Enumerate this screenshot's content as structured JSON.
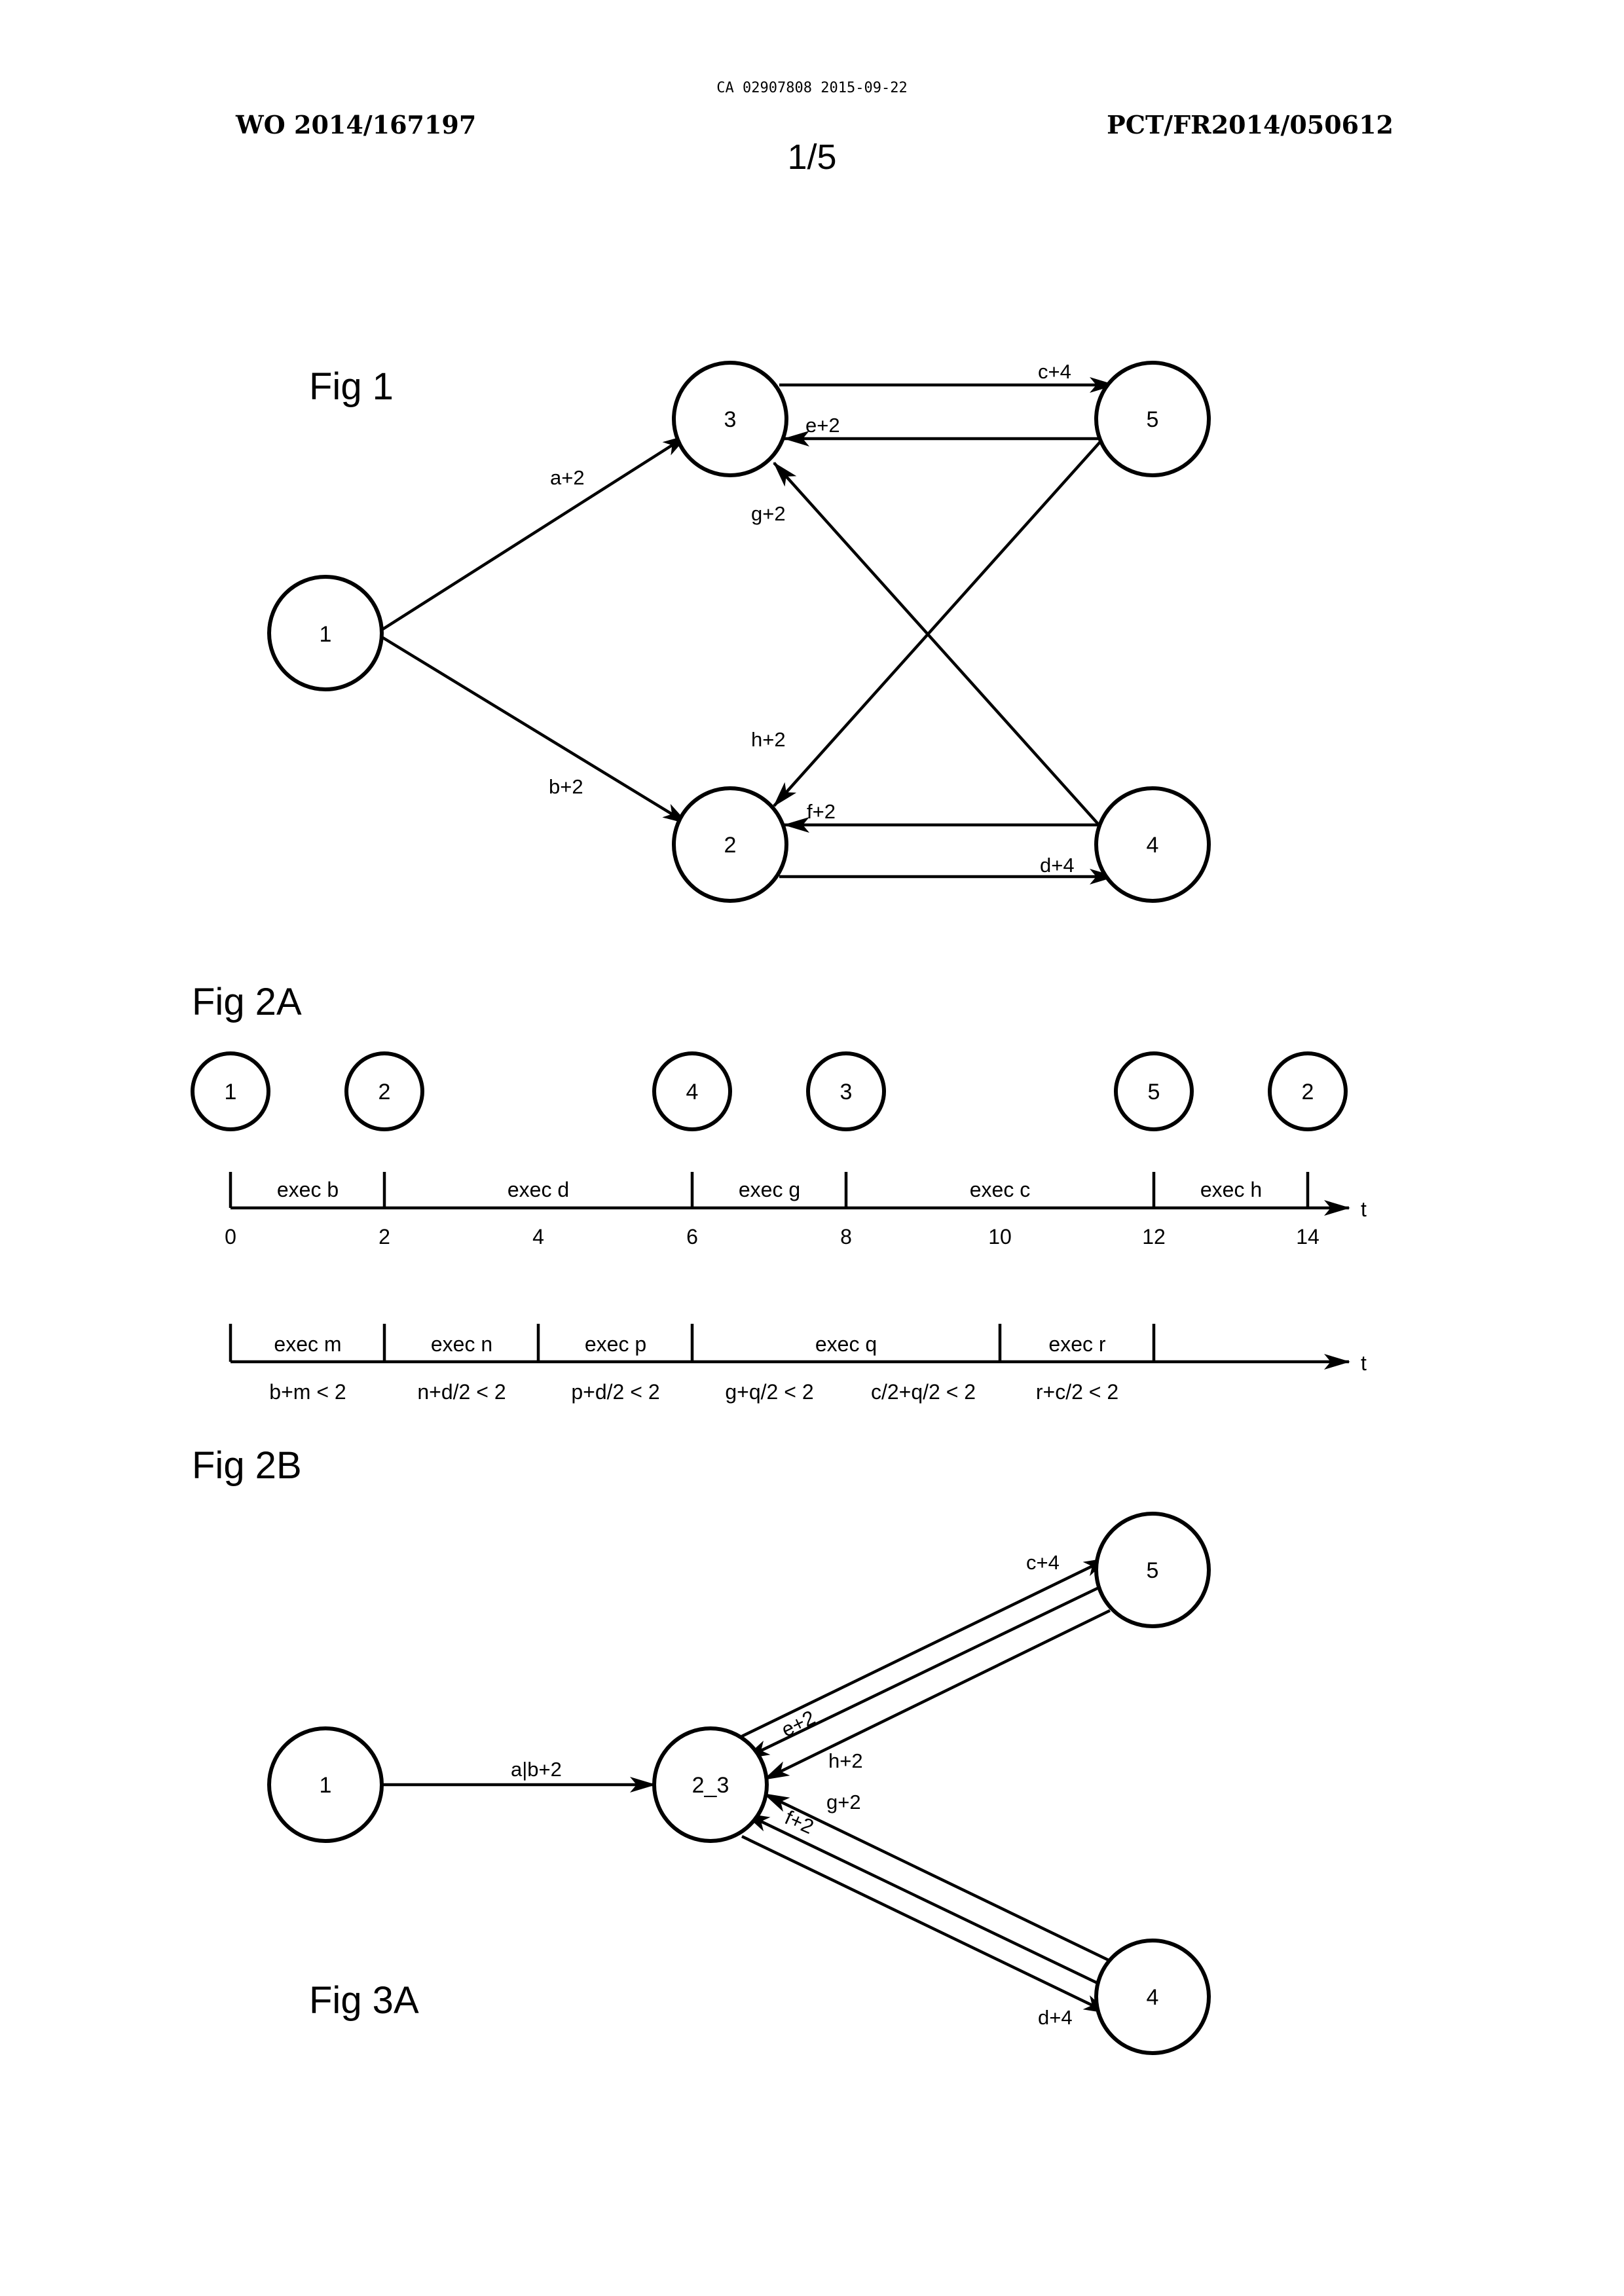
{
  "header": {
    "stamp": "CA 02907808 2015-09-22",
    "left_ref": "WO 2014/167197",
    "right_ref": "PCT/FR2014/050612",
    "page": "1/5"
  },
  "fig1": {
    "label": "Fig 1",
    "nodes": {
      "n1": "1",
      "n2": "2",
      "n3": "3",
      "n4": "4",
      "n5": "5"
    },
    "edges": {
      "a": "a+2",
      "b": "b+2",
      "c": "c+4",
      "d": "d+4",
      "e": "e+2",
      "f": "f+2",
      "g": "g+2",
      "h": "h+2"
    }
  },
  "fig2a": {
    "label": "Fig 2A",
    "nodes": [
      "1",
      "2",
      "4",
      "3",
      "5",
      "2"
    ],
    "segments": [
      "exec b",
      "exec d",
      "exec g",
      "exec c",
      "exec h"
    ],
    "ticks": [
      "0",
      "2",
      "4",
      "6",
      "8",
      "10",
      "12",
      "14"
    ],
    "axis_label": "t"
  },
  "fig2b": {
    "label": "Fig 2B",
    "segments": [
      "exec m",
      "exec n",
      "exec p",
      "exec q",
      "exec r"
    ],
    "conditions": [
      "b+m < 2",
      "n+d/2 < 2",
      "p+d/2 < 2",
      "g+q/2 < 2",
      "c/2+q/2 < 2",
      "r+c/2 < 2"
    ],
    "axis_label": "t"
  },
  "fig3a": {
    "label": "Fig 3A",
    "nodes": {
      "n1": "1",
      "n23": "2_3",
      "n4": "4",
      "n5": "5"
    },
    "edges": {
      "ab": "a|b+2",
      "c": "c+4",
      "e": "e+2",
      "h": "h+2",
      "g": "g+2",
      "f": "f+2",
      "d": "d+4"
    }
  }
}
